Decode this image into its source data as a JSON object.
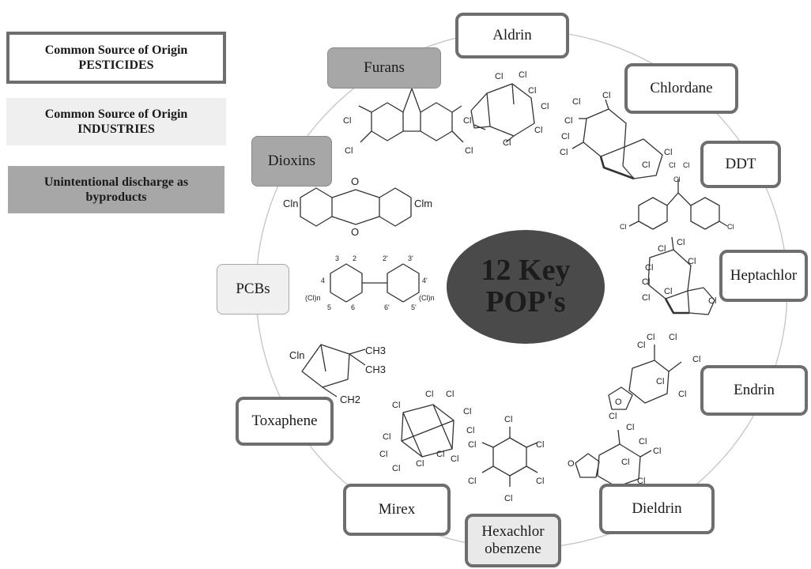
{
  "legend": {
    "pesticides": {
      "line1": "Common Source of Origin",
      "line2": "PESTICIDES"
    },
    "industries": {
      "line1": "Common Source of Origin",
      "line2": "INDUSTRIES"
    },
    "byproducts": {
      "line1": "Unintentional discharge as",
      "line2": "byproducts"
    }
  },
  "center": {
    "line1": "12 Key",
    "line2": "POP's"
  },
  "compounds": {
    "aldrin": "Aldrin",
    "chlordane": "Chlordane",
    "ddt": "DDT",
    "heptachlor": "Heptachlor",
    "endrin": "Endrin",
    "dieldrin": "Dieldrin",
    "hexachlorobenzene": {
      "line1": "Hexachlor",
      "line2": "obenzene"
    },
    "mirex": "Mirex",
    "toxaphene": "Toxaphene",
    "pcbs": "PCBs",
    "dioxins": "Dioxins",
    "furans": "Furans"
  },
  "labels": {
    "cl": "Cl",
    "o": "O",
    "cln": "Cln",
    "clm": "Clm",
    "ch3": "CH3",
    "ch2": "CH2",
    "clx": "(Cl)n",
    "n2": "2",
    "n3": "3",
    "n4": "4",
    "n5": "5",
    "n6": "6",
    "p2": "2'",
    "p3": "3'",
    "p4": "4'",
    "p5": "5'",
    "p6": "6'"
  },
  "colors": {
    "center_fill": "#4a4a4a",
    "pesticide_border": "#6e6e6e",
    "industry_fill": "#f0f0f0",
    "byproduct_fill": "#a7a7a7",
    "ring": "#c4c4c4"
  }
}
